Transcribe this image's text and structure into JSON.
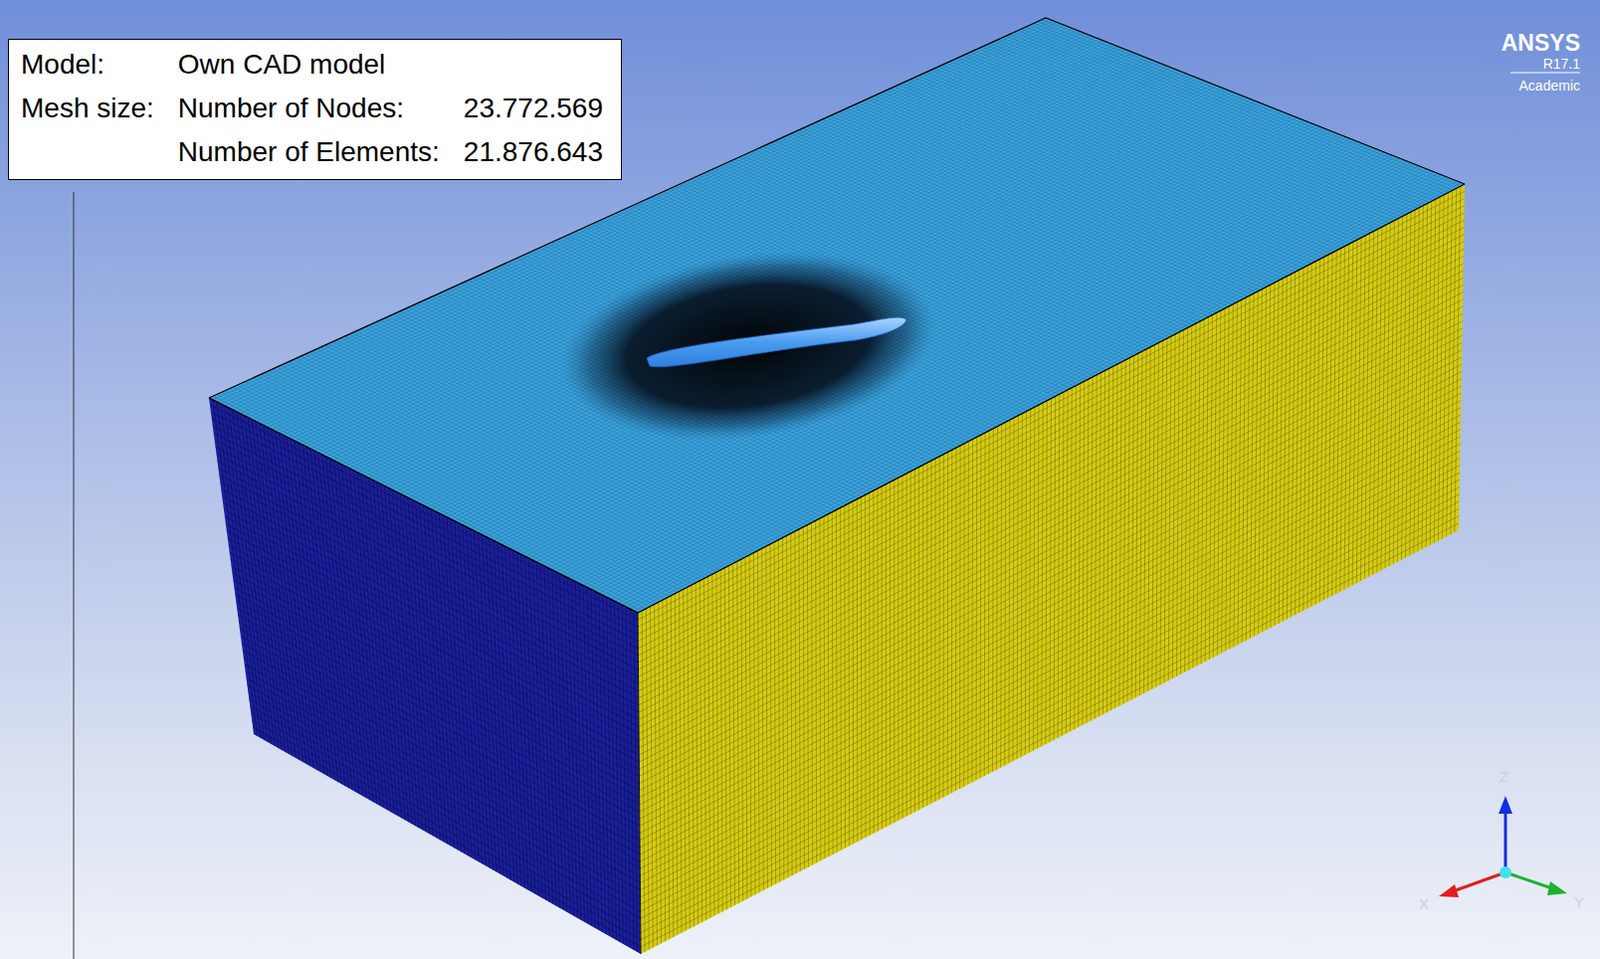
{
  "diagram": {
    "nodes": [
      {
        "text": [
          "Model:",
          "Own CAD model",
          "Mesh size:",
          "Number of Nodes:",
          "23.772.569",
          "Number of Elements:",
          "21.876.643"
        ]
      }
    ],
    "labels": [
      "ANSYS",
      "R17.1",
      "Academic",
      "Z",
      "X",
      "Y"
    ]
  }
}
